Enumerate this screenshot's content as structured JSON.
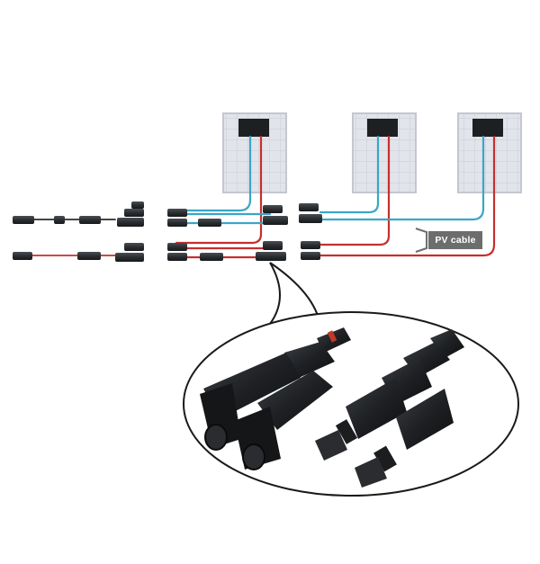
{
  "callout": {
    "label": "PV cable"
  },
  "colors": {
    "positive_cable": "#c62f2f",
    "negative_cable": "#3aa6c8",
    "panel_cell": "#e1e4ea",
    "panel_frame": "#c3c7cf",
    "connector_body": "#2b2e31",
    "label_background": "#6d6d6d"
  },
  "panels": [
    {
      "name": "solar-panel-1"
    },
    {
      "name": "solar-panel-2"
    },
    {
      "name": "solar-panel-3"
    }
  ]
}
